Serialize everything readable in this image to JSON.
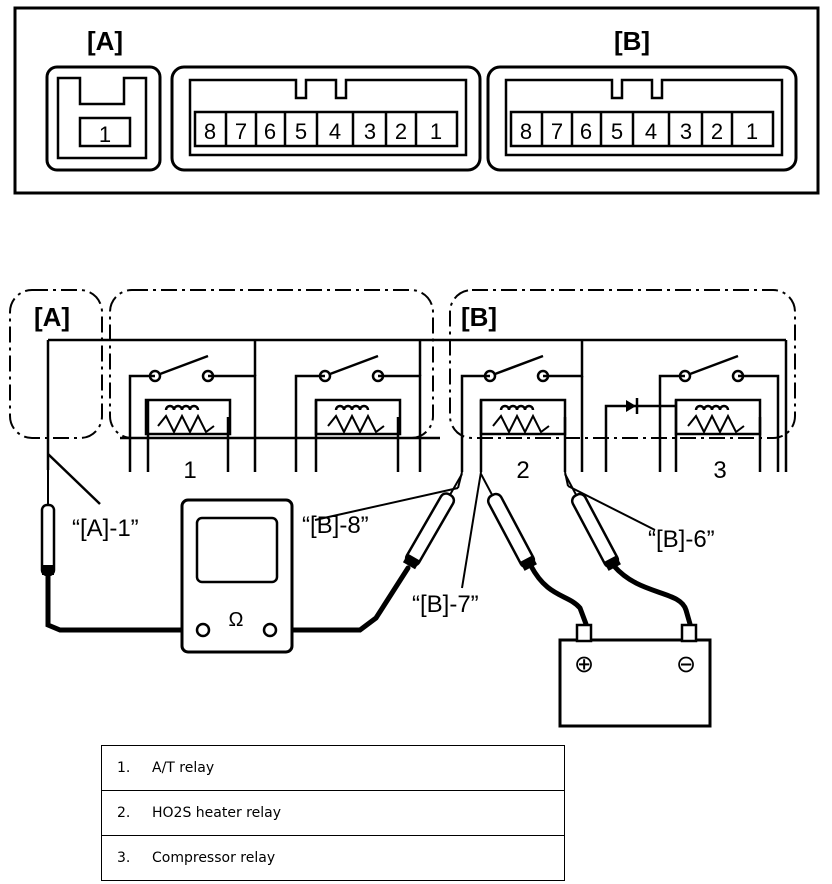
{
  "connector_view": {
    "label_a": "[A]",
    "label_b": "[B]",
    "connector_a_pins": [
      "1"
    ],
    "connector_b_pins": [
      "8",
      "7",
      "6",
      "5",
      "4",
      "3",
      "2",
      "1"
    ],
    "connector_c_pins": [
      "8",
      "7",
      "6",
      "5",
      "4",
      "3",
      "2",
      "1"
    ]
  },
  "circuit": {
    "label_a": "[A]",
    "label_b": "[B]",
    "relay_numbers": [
      "1",
      "2",
      "3"
    ],
    "callouts": {
      "a1": "“[A]-1”",
      "b8": "“[B]-8”",
      "b7": "“[B]-7”",
      "b6": "“[B]-6”"
    },
    "ohm_symbol": "Ω",
    "battery_plus": "⊕",
    "battery_minus": "⊖"
  },
  "legend": [
    {
      "num": "1.",
      "text": "A/T relay"
    },
    {
      "num": "2.",
      "text": "HO2S heater relay"
    },
    {
      "num": "3.",
      "text": "Compressor relay"
    }
  ]
}
